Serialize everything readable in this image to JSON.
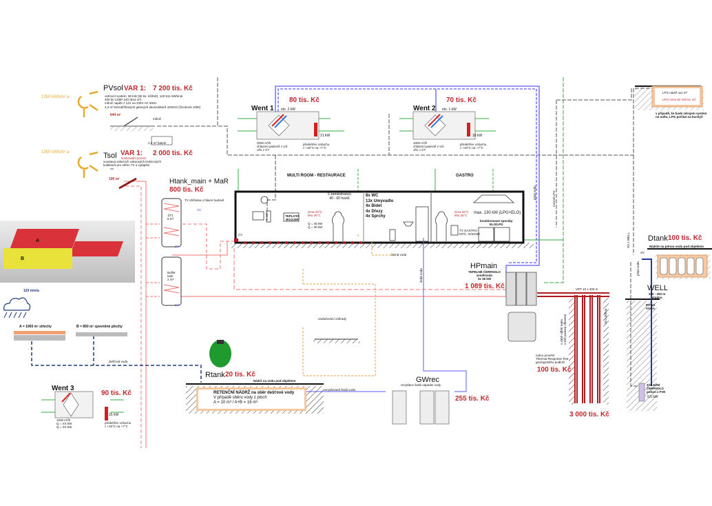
{
  "solar_irradiance": "1350 kWh/m².a",
  "pvsol": {
    "title": "PVsol",
    "variant": "VAR 1:",
    "price": "7 200 tis. Kč",
    "desc": [
      "ostrovní systém: 80 kW (90 tis. Kč/kW), 120 511 kWh/rok",
      "400 ks CS6P 240 (644 m²)",
      "měnič napětí z 12V na 230V AC 50Hz",
      "2,3 m³ bezudržbových gelových akumulátorů 4200Ah (životnost 10let)"
    ],
    "area": "644 m²",
    "inverter": "měnič",
    "battery": "2,3 m³ baterií"
  },
  "tsol": {
    "title": "Tsol",
    "variant": "VAR 1:",
    "mode": "kontinuální provoz",
    "price": "2 000 tis. Kč",
    "desc": [
      "soustava solarních vakuových trubicových",
      "kolektorů pro ohřev TV a vytápění"
    ],
    "area": "100 m²"
  },
  "htank": {
    "title": "Htank_main + MaR",
    "price": "800 tis. Kč",
    "tank1": [
      "ZT1",
      "6 m³"
    ],
    "tank2": [
      "Buffer",
      "tank",
      "2 m³"
    ],
    "tv_note": "TV ohřívána v hlavní budově",
    "sv": "SV"
  },
  "went1": {
    "title": "Went 1",
    "price": "80 tis. Kč",
    "elo": "elo. 2 kW",
    "heater": "21 kW",
    "note": [
      "2000 m³/h",
      "chlazení pasivně z vrů",
      "ořív z ČT"
    ],
    "heater_note": [
      "předehřev vzduchu",
      "z +40°C na +7°C"
    ]
  },
  "went2": {
    "title": "Went 2",
    "price": "70 tis. Kč",
    "elo": "elo. 1 kW",
    "heater": "10 kW",
    "note": [
      "1000 m³/h",
      "chlazení pasivně z vrů",
      "ořív z ČT"
    ],
    "heater_note": [
      "předehřev vzduchu",
      "z +40°C na +7°C"
    ]
  },
  "went3": {
    "title": "Went 3",
    "price": "90 tis. Kč",
    "heater": "15 kW",
    "note": [
      "1000 m³/h",
      "Q = XX kW",
      "Q = XX kW"
    ],
    "heater_note": [
      "předehřev vzduchu",
      "z +40°C na +7°C"
    ]
  },
  "building": {
    "multiroom": "MULTI ROOM - RESTAURACE",
    "gastro": "GASTRO",
    "staff": [
      "6 zaměstnanců",
      "40 - 60 hostů"
    ],
    "climate": [
      "zima 20°C",
      "léto 26°C"
    ],
    "loads": [
      "Q = 45 kW",
      "Q = 30 kW"
    ],
    "display": [
      "TEPLOTA",
      "BOJLER"
    ],
    "sanitary": [
      "8x WC",
      "13x Umyvadlo",
      "4x Bidet",
      "4x Dřezy",
      "4x Sprchy"
    ],
    "gastro_climate": [
      "zima 20°C",
      "léto 26°C"
    ],
    "gastro_max": "max. 130 kW (LPG+ELO)",
    "stoves": [
      "kombinované sporáky",
      "ELO/LPG"
    ],
    "tv_gastro": [
      "TV GASTRO",
      "MÝČ. NÁDOBÍ"
    ],
    "cv": "CV",
    "black_water": "černá voda",
    "grey_water": "šedá voda",
    "lpg_pipe": "rozvod LPG",
    "elec": "pitná voda",
    "sv_pipe": "SV z WELL"
  },
  "lpg": {
    "tank": "LPG nádrž xxx m³",
    "price": "LPG cena do 100 tis. Kč",
    "note": [
      "v případě, že bude zdrojem systém",
      "na naftu, LPG počítat na kuchyň"
    ]
  },
  "hpmain": {
    "title": "HPmain",
    "desc": [
      "TEPELNÉ ČERPADLO",
      "země/voda",
      "3x 36 kW"
    ],
    "price": "1 089 tis. Kč"
  },
  "boreholes": {
    "label": "VRT 10 x 200 m",
    "price": "3 000 tis. Kč",
    "side": [
      "v zimě odběr tepla",
      "v létě pasivní chlazení"
    ],
    "trt": [
      "nutno provést",
      "Thermal Response Test",
      "geologického podloží"
    ],
    "trt_price": "100 tis. Kč",
    "depth": "10 x 200 m"
  },
  "dtank": {
    "title": "Dtank",
    "price": "100 tis. Kč",
    "note": "Nádrže na pitnou vodu pod objektem",
    "sv": "SV",
    "pipe": "pitná voda"
  },
  "well": {
    "title": "WELL",
    "depth": [
      "200 - 300 m",
      "studna"
    ],
    "water": [
      "PITNÁ",
      "VODA"
    ],
    "pump": [
      "ZÁLOŽNÍ",
      "ČERPADLO",
      "pohon z FVE"
    ],
    "power": "0,5 kW"
  },
  "rain": {
    "amount": "120 mm/a",
    "roof": "A = 1060 m² střechy",
    "paved": "B =   850 m² zpevněné plochy",
    "pipe": "dešťová voda"
  },
  "model": {
    "a": "A",
    "b": "B"
  },
  "rtank": {
    "title": "Rtank",
    "price": "20 tis. Kč",
    "note": "Nádrž na vodu pod objektem",
    "lines": [
      "RETENČNÍ NÁDRŽ na sběr dešťové vody",
      "V případě sběru vody z ploch",
      "A = 10 m³   /  A+B = 16 m³"
    ]
  },
  "irrigation": "zavlažování zahrady",
  "gwrec": {
    "title": "GWrec",
    "subtitle": "recyklace šedé odpadní vody",
    "price": "255 tis. Kč",
    "pipe": "recyklovaná šedá voda"
  }
}
